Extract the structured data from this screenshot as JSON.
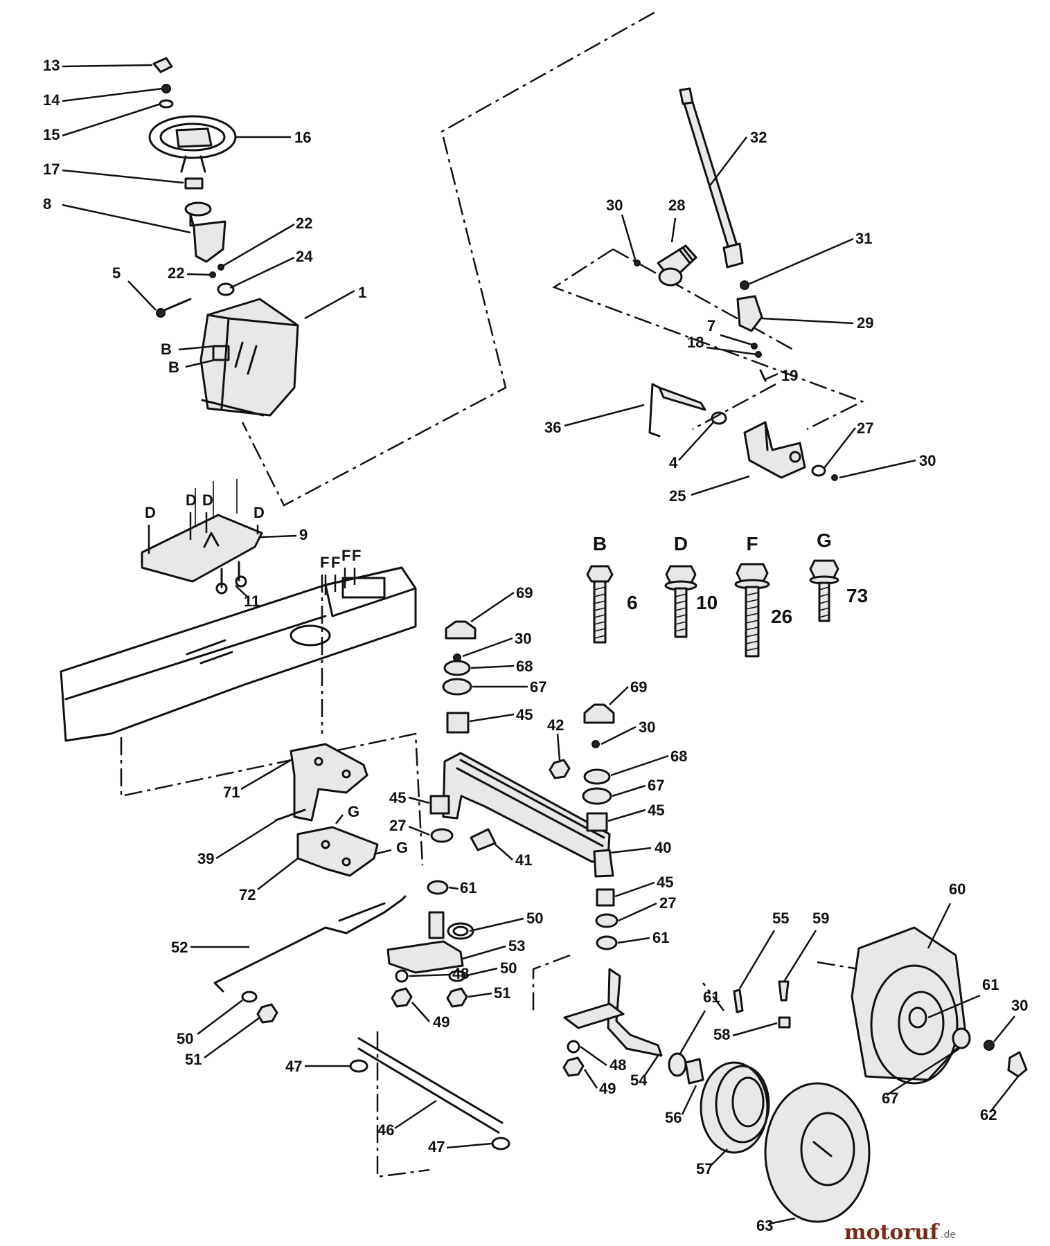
{
  "callouts": [
    {
      "id": "c13",
      "text": "13"
    },
    {
      "id": "c14",
      "text": "14"
    },
    {
      "id": "c15",
      "text": "15"
    },
    {
      "id": "c16",
      "text": "16"
    },
    {
      "id": "c17",
      "text": "17"
    },
    {
      "id": "c8",
      "text": "8"
    },
    {
      "id": "c22a",
      "text": "22"
    },
    {
      "id": "c22b",
      "text": "22"
    },
    {
      "id": "c24",
      "text": "24"
    },
    {
      "id": "c5",
      "text": "5"
    },
    {
      "id": "c1",
      "text": "1"
    },
    {
      "id": "cBa",
      "text": "B"
    },
    {
      "id": "cBb",
      "text": "B"
    },
    {
      "id": "c32",
      "text": "32"
    },
    {
      "id": "c30a",
      "text": "30"
    },
    {
      "id": "c28",
      "text": "28"
    },
    {
      "id": "c31",
      "text": "31"
    },
    {
      "id": "c29",
      "text": "29"
    },
    {
      "id": "c7",
      "text": "7"
    },
    {
      "id": "c18",
      "text": "18"
    },
    {
      "id": "c19",
      "text": "19"
    },
    {
      "id": "c36",
      "text": "36"
    },
    {
      "id": "c4",
      "text": "4"
    },
    {
      "id": "c27a",
      "text": "27"
    },
    {
      "id": "c30b",
      "text": "30"
    },
    {
      "id": "c25",
      "text": "25"
    },
    {
      "id": "cDa",
      "text": "D"
    },
    {
      "id": "cDb",
      "text": "D"
    },
    {
      "id": "cDc",
      "text": "D"
    },
    {
      "id": "cDd",
      "text": "D"
    },
    {
      "id": "c9",
      "text": "9"
    },
    {
      "id": "c11",
      "text": "11"
    },
    {
      "id": "cFa",
      "text": "F"
    },
    {
      "id": "cFb",
      "text": "F"
    },
    {
      "id": "cFc",
      "text": "F"
    },
    {
      "id": "cFd",
      "text": "F"
    },
    {
      "id": "cFe",
      "text": "F"
    },
    {
      "id": "c69a",
      "text": "69"
    },
    {
      "id": "c30c",
      "text": "30"
    },
    {
      "id": "c68a",
      "text": "68"
    },
    {
      "id": "c67a",
      "text": "67"
    },
    {
      "id": "c45a",
      "text": "45"
    },
    {
      "id": "c69b",
      "text": "69"
    },
    {
      "id": "c42",
      "text": "42"
    },
    {
      "id": "c30d",
      "text": "30"
    },
    {
      "id": "c68b",
      "text": "68"
    },
    {
      "id": "c67b",
      "text": "67"
    },
    {
      "id": "c45b",
      "text": "45"
    },
    {
      "id": "c45c",
      "text": "45"
    },
    {
      "id": "c27b",
      "text": "27"
    },
    {
      "id": "c41",
      "text": "41"
    },
    {
      "id": "c40",
      "text": "40"
    },
    {
      "id": "c71",
      "text": "71"
    },
    {
      "id": "c39",
      "text": "39"
    },
    {
      "id": "cGa",
      "text": "G"
    },
    {
      "id": "cGb",
      "text": "G"
    },
    {
      "id": "c72",
      "text": "72"
    },
    {
      "id": "c61a",
      "text": "61"
    },
    {
      "id": "c45d",
      "text": "45"
    },
    {
      "id": "c27c",
      "text": "27"
    },
    {
      "id": "c61b",
      "text": "61"
    },
    {
      "id": "c50a",
      "text": "50"
    },
    {
      "id": "c53",
      "text": "53"
    },
    {
      "id": "c52",
      "text": "52"
    },
    {
      "id": "c48a",
      "text": "48"
    },
    {
      "id": "c50b",
      "text": "50"
    },
    {
      "id": "c51a",
      "text": "51"
    },
    {
      "id": "c49a",
      "text": "49"
    },
    {
      "id": "c50c",
      "text": "50"
    },
    {
      "id": "c51b",
      "text": "51"
    },
    {
      "id": "c47a",
      "text": "47"
    },
    {
      "id": "c46",
      "text": "46"
    },
    {
      "id": "c47b",
      "text": "47"
    },
    {
      "id": "c48b",
      "text": "48"
    },
    {
      "id": "c49b",
      "text": "49"
    },
    {
      "id": "c54",
      "text": "54"
    },
    {
      "id": "c55",
      "text": "55"
    },
    {
      "id": "c59",
      "text": "59"
    },
    {
      "id": "c60",
      "text": "60"
    },
    {
      "id": "c61c",
      "text": "61"
    },
    {
      "id": "c58",
      "text": "58"
    },
    {
      "id": "c61d",
      "text": "61"
    },
    {
      "id": "c30e",
      "text": "30"
    },
    {
      "id": "c56",
      "text": "56"
    },
    {
      "id": "c57",
      "text": "57"
    },
    {
      "id": "c63",
      "text": "63"
    },
    {
      "id": "c67c",
      "text": "67"
    },
    {
      "id": "c62",
      "text": "62"
    }
  ],
  "bolt_legend": [
    {
      "letter": "B",
      "part": "6"
    },
    {
      "letter": "D",
      "part": "10"
    },
    {
      "letter": "F",
      "part": "26"
    },
    {
      "letter": "G",
      "part": "73"
    }
  ],
  "watermark": {
    "brand": "motoruf",
    "suffix": ".de"
  }
}
